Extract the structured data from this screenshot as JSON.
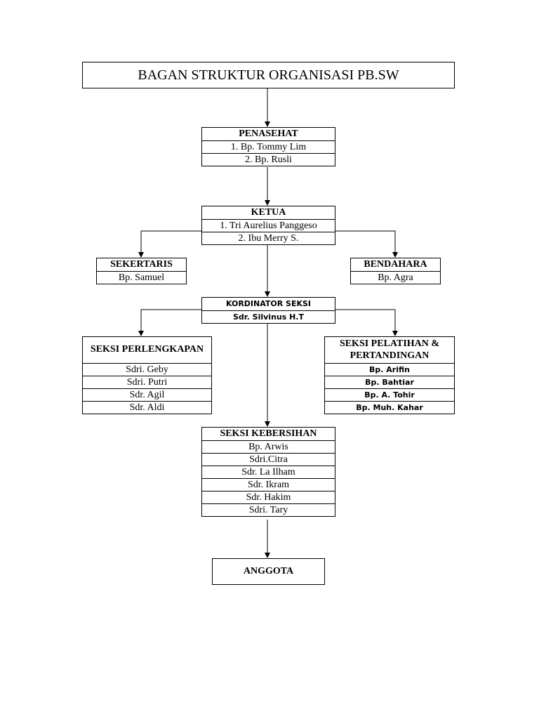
{
  "title": "BAGAN STRUKTUR ORGANISASI PB.SW",
  "penasehat": {
    "header": "PENASEHAT",
    "members": [
      "1. Bp. Tommy Lim",
      "2. Bp. Rusli"
    ]
  },
  "ketua": {
    "header": "KETUA",
    "members": [
      "1. Tri Aurelius Panggeso",
      "2. Ibu Merry S."
    ]
  },
  "sekertaris": {
    "header": "SEKERTARIS",
    "members": [
      "Bp. Samuel"
    ]
  },
  "bendahara": {
    "header": "BENDAHARA",
    "members": [
      "Bp. Agra"
    ]
  },
  "kordinator": {
    "header": "KORDINATOR SEKSI",
    "members": [
      "Sdr. Silvinus H.T"
    ]
  },
  "perlengkapan": {
    "header": "SEKSI PERLENGKAPAN",
    "members": [
      "Sdri. Geby",
      "Sdri. Putri",
      "Sdr. Agil",
      "Sdr. Aldi"
    ]
  },
  "pelatihan": {
    "header_line1": "SEKSI PELATIHAN &",
    "header_line2": "PERTANDINGAN",
    "members": [
      "Bp. Arifin",
      "Bp. Bahtiar",
      "Bp. A. Tohir",
      "Bp. Muh. Kahar"
    ]
  },
  "kebersihan": {
    "header": "SEKSI KEBERSIHAN",
    "members": [
      "Bp. Arwis",
      "Sdri.Citra",
      "Sdr. La Ilham",
      "Sdr. Ikram",
      "Sdr. Hakim",
      "Sdri. Tary"
    ]
  },
  "anggota": {
    "label": "ANGGOTA"
  }
}
